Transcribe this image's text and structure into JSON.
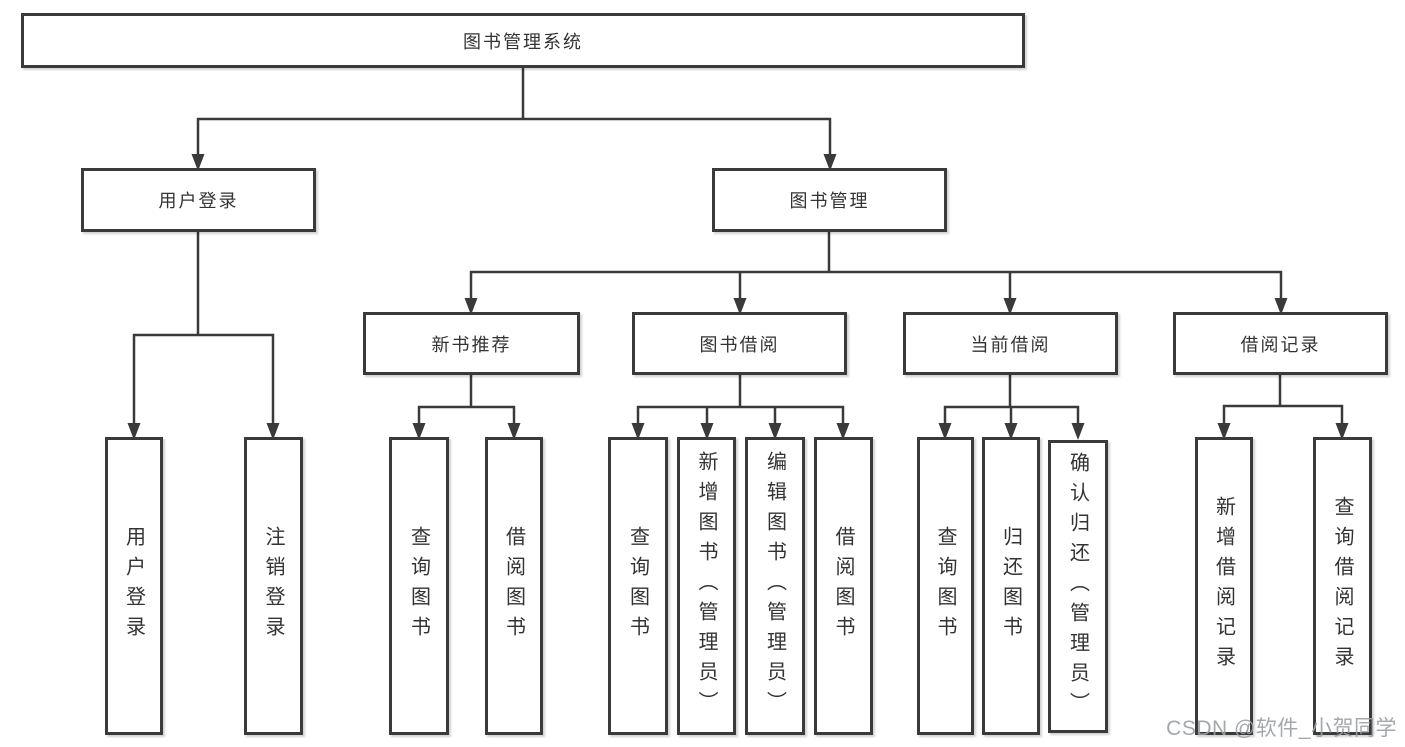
{
  "diagram": {
    "title": "图书管理系统",
    "nodes": [
      {
        "id": "root",
        "label": "图书管理系统",
        "parent": null
      },
      {
        "id": "user-login",
        "label": "用户登录",
        "parent": "root"
      },
      {
        "id": "book-management",
        "label": "图书管理",
        "parent": "root"
      },
      {
        "id": "new-book-recommend",
        "label": "新书推荐",
        "parent": "book-management"
      },
      {
        "id": "book-borrowing",
        "label": "图书借阅",
        "parent": "book-management"
      },
      {
        "id": "current-borrowing",
        "label": "当前借阅",
        "parent": "book-management"
      },
      {
        "id": "borrowing-records",
        "label": "借阅记录",
        "parent": "book-management"
      },
      {
        "id": "leaf-user-login",
        "label": "用户登录",
        "parent": "user-login",
        "vertical": true
      },
      {
        "id": "leaf-logout-login",
        "label": "注销登录",
        "parent": "user-login",
        "vertical": true
      },
      {
        "id": "leaf-recommend-query-book",
        "label": "查询图书",
        "parent": "new-book-recommend",
        "vertical": true
      },
      {
        "id": "leaf-recommend-borrow-book",
        "label": "借阅图书",
        "parent": "new-book-recommend",
        "vertical": true
      },
      {
        "id": "leaf-borrowing-query-book",
        "label": "查询图书",
        "parent": "book-borrowing",
        "vertical": true
      },
      {
        "id": "leaf-borrowing-add-book",
        "label": "新增图书（管理员）",
        "parent": "book-borrowing",
        "vertical": true
      },
      {
        "id": "leaf-borrowing-edit-book",
        "label": "编辑图书（管理员）",
        "parent": "book-borrowing",
        "vertical": true
      },
      {
        "id": "leaf-borrowing-borrow-book",
        "label": "借阅图书",
        "parent": "book-borrowing",
        "vertical": true
      },
      {
        "id": "leaf-current-query-book",
        "label": "查询图书",
        "parent": "current-borrowing",
        "vertical": true
      },
      {
        "id": "leaf-current-return-book",
        "label": "归还图书",
        "parent": "current-borrowing",
        "vertical": true
      },
      {
        "id": "leaf-current-confirm-return",
        "label": "确认归还（管理员）",
        "parent": "current-borrowing",
        "vertical": true
      },
      {
        "id": "leaf-records-add-record",
        "label": "新增借阅记录",
        "parent": "borrowing-records",
        "vertical": true
      },
      {
        "id": "leaf-records-query-record",
        "label": "查询借阅记录",
        "parent": "borrowing-records",
        "vertical": true
      }
    ]
  },
  "watermark": {
    "text": "CSDN @软件_小贺同学"
  },
  "colors": {
    "line": "#3a3a3a",
    "text": "#333333",
    "background": "#ffffff",
    "watermark": "#9da1a4"
  }
}
